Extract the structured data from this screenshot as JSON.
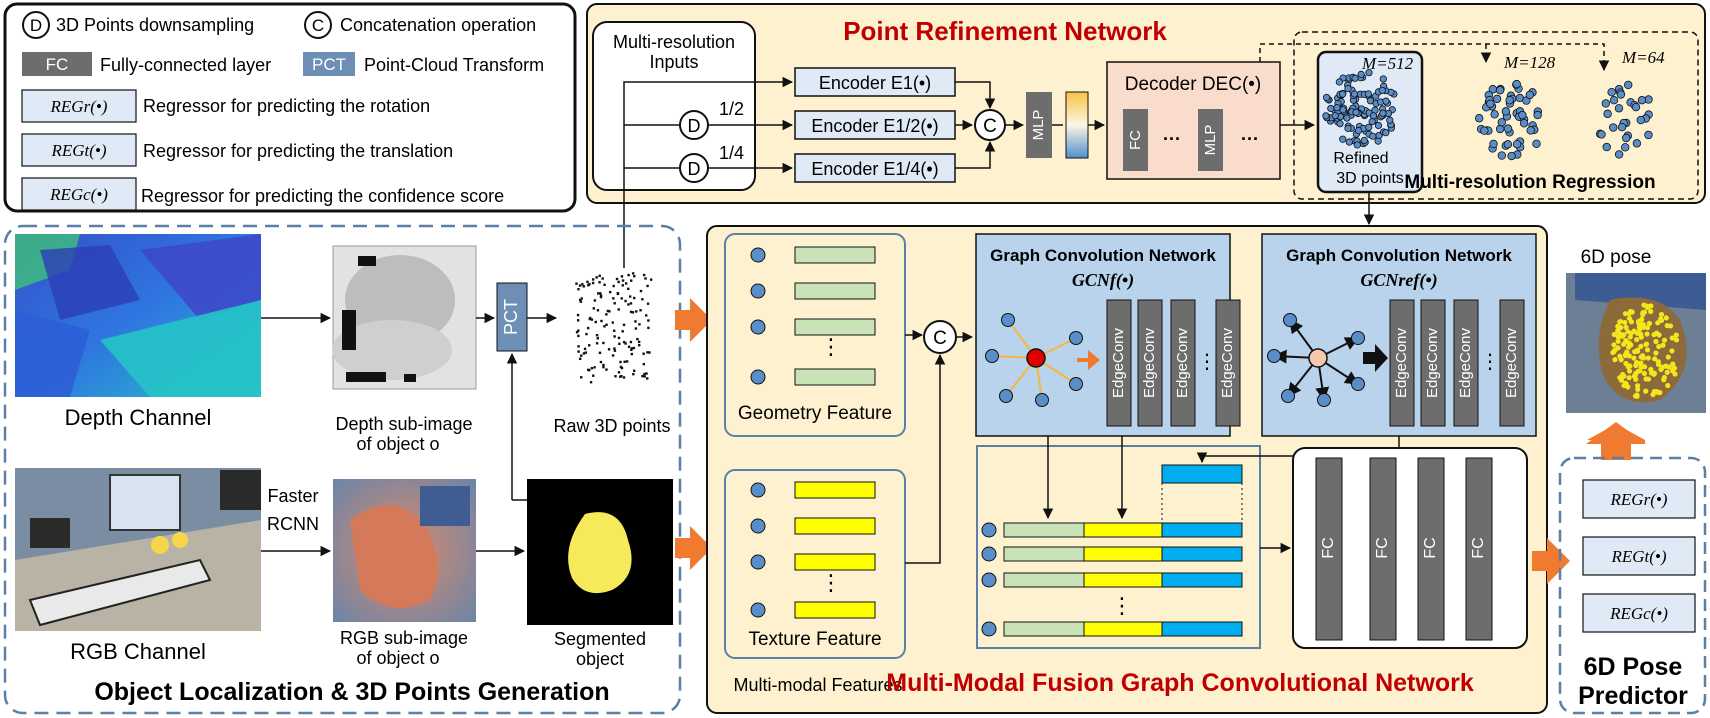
{
  "colors": {
    "panel_fill": "#fdf1cf",
    "gcn_fill": "#b9d3ec",
    "encoder_fill": "#dfeaf6",
    "fc_gray": "#6d6d6d",
    "geometry_green": "#c9e2b8",
    "texture_yellow": "#ffff00",
    "blue_bar": "#00aeef",
    "orange_arrow": "#f07a2f",
    "title_red": "#c00000",
    "dashed_blue": "#5b7fa6"
  },
  "legend": {
    "downsampling_symbol": "D",
    "downsampling_label": "3D Points downsampling",
    "concat_symbol": "C",
    "concat_label": "Concatenation operation",
    "fc_box": "FC",
    "fc_label": "Fully-connected layer",
    "pct_box": "PCT",
    "pct_label": "Point-Cloud Transform",
    "reg_r_box": "REGr(•)",
    "reg_r_label": "Regressor for predicting the rotation",
    "reg_t_box": "REGt(•)",
    "reg_t_label": "Regressor for predicting the translation",
    "reg_c_box": "REGc(•)",
    "reg_c_label": "Regressor for predicting the confidence score"
  },
  "prn": {
    "title": "Point Refinement Network",
    "inputs_label_1": "Multi-resolution",
    "inputs_label_2": "Inputs",
    "ratio_half": "1/2",
    "ratio_quarter": "1/4",
    "encoder_1": "Encoder E1(•)",
    "encoder_2": "Encoder E1/2(•)",
    "encoder_3": "Encoder E1/4(•)",
    "mlp": "MLP",
    "decoder_label": "Decoder DEC(•)",
    "decoder_fc": "FC",
    "decoder_mlp": "MLP",
    "ellipsis": "···",
    "refined_1": "Refined",
    "refined_2": "3D points",
    "m512": "M=512",
    "m128": "M=128",
    "m64": "M=64",
    "regression_label": "Multi-resolution Regression"
  },
  "localization": {
    "depth_channel": "Depth Channel",
    "rgb_channel": "RGB Channel",
    "depth_sub_1": "Depth sub-image",
    "depth_sub_2": "of object o",
    "rgb_sub_1": "RGB sub-image",
    "rgb_sub_2": "of object o",
    "pct": "PCT",
    "raw_points": "Raw 3D points",
    "faster": "Faster",
    "rcnn": "RCNN",
    "segmented_1": "Segmented",
    "segmented_2": "object",
    "section_title": "Object Localization & 3D Points Generation"
  },
  "fusion": {
    "geometry_feature": "Geometry Feature",
    "texture_feature": "Texture Feature",
    "multimodal_features": "Multi-modal Features",
    "gcn_title": "Graph Convolution Network",
    "gcn_f": "GCNf(•)",
    "gcn_ref": "GCNref(•)",
    "edgeconv": "EdgeConv",
    "fc": "FC",
    "section_title": "Multi-Modal Fusion Graph Convolutional Network",
    "dots_v": "⋮",
    "dots_h": "···"
  },
  "predictor": {
    "pose_label": "6D pose",
    "reg_r": "REGr(•)",
    "reg_t": "REGt(•)",
    "reg_c": "REGc(•)",
    "title_1": "6D Pose",
    "title_2": "Predictor"
  }
}
